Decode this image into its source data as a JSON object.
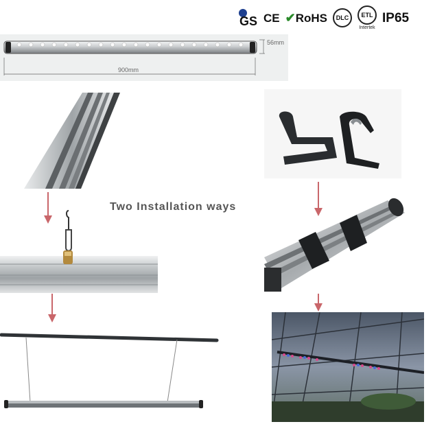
{
  "certifications": {
    "gs": "GS",
    "ce": "CE",
    "rohs": "RoHS",
    "dlc": "DLC",
    "etl": "ETL",
    "etl_sub": "Intertek",
    "ip": "IP65"
  },
  "dimensions": {
    "height": "56mm",
    "length": "900mm"
  },
  "title": "Two Installation ways",
  "colors": {
    "arrow": "#c9666a",
    "aluminum": "#c8cbcd",
    "panel": "#eef0f0",
    "title": "#555555"
  }
}
